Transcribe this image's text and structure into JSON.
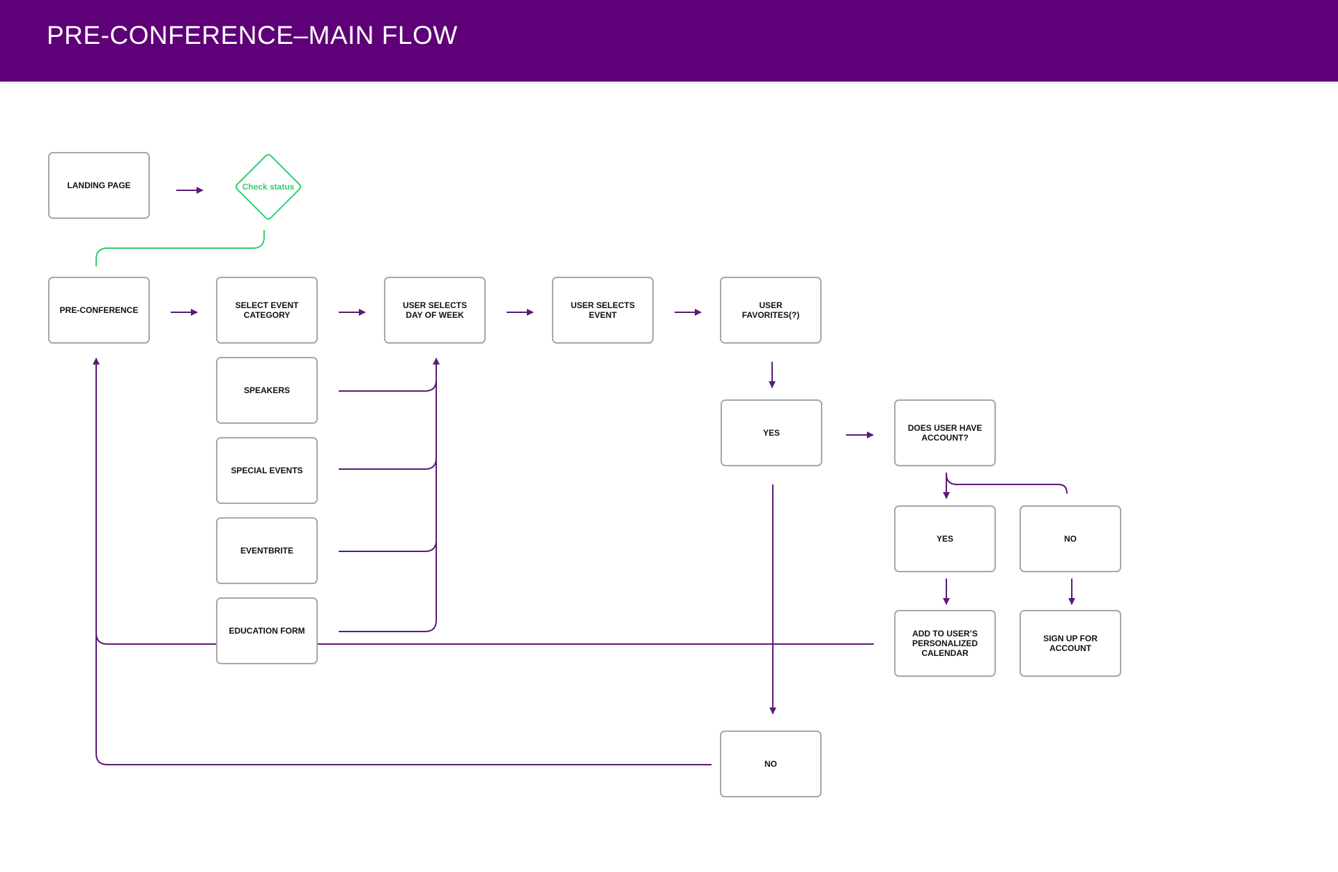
{
  "header": {
    "title": "PRE-CONFERENCE–MAIN FLOW"
  },
  "colors": {
    "header_bg": "#5e0077",
    "connector": "#5a1a78",
    "decision": "#2fcf6f",
    "node_border": "#a7a7a7"
  },
  "nodes": {
    "landing_page": "LANDING PAGE",
    "check_status": "Check status",
    "pre_conference": "PRE-CONFERENCE",
    "select_event_category": "SELECT EVENT CATEGORY",
    "user_selects_day": "USER SELECTS DAY OF WEEK",
    "user_selects_event": "USER SELECTS EVENT",
    "user_favorites": "USER FAVORITES(?)",
    "speakers": "SPEAKERS",
    "special_events": "SPECIAL EVENTS",
    "eventbrite": "EVENTBRITE",
    "education_form": "EDUCATION FORM",
    "favorite_yes": "YES",
    "favorite_no": "NO",
    "has_account": "DOES USER HAVE ACCOUNT?",
    "account_yes": "YES",
    "account_no": "NO",
    "add_to_calendar": "ADD TO USER’S PERSONALIZED CALENDAR",
    "sign_up": "SIGN UP FOR ACCOUNT"
  }
}
